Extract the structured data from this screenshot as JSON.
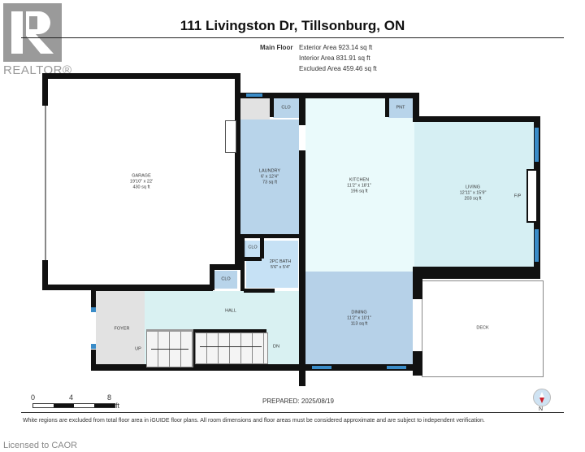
{
  "header": {
    "title": "111 Livingston Dr, Tillsonburg, ON",
    "floor_label": "Main Floor",
    "exterior_area": "Exterior Area 923.14 sq ft",
    "interior_area": "Interior Area 831.91 sq ft",
    "excluded_area": "Excluded Area 459.46 sq ft"
  },
  "logo": {
    "mark": "R",
    "text": "REALTOR®"
  },
  "rooms": {
    "garage": {
      "name": "GARAGE",
      "dims": "19'10\" x 22'",
      "area": "430 sq ft"
    },
    "laundry": {
      "name": "LAUNDRY",
      "dims": "6' x 12'4\"",
      "area": "73 sq ft"
    },
    "kitchen": {
      "name": "KITCHEN",
      "dims": "11'2\" x 18'1\"",
      "area": "196 sq ft"
    },
    "living": {
      "name": "LIVING",
      "dims": "12'11\" x 15'9\"",
      "area": "203 sq ft",
      "feature": "F/P"
    },
    "bath": {
      "name": "2PC BATH",
      "dims": "5'6\" x 5'4\""
    },
    "dining": {
      "name": "DINING",
      "dims": "11'2\" x 10'1\"",
      "area": "113 sq ft"
    },
    "hall": {
      "name": "HALL"
    },
    "foyer": {
      "name": "FOYER"
    },
    "deck": {
      "name": "DECK"
    },
    "clo1": {
      "name": "CLO"
    },
    "clo2": {
      "name": "CLO"
    },
    "clo3": {
      "name": "CLO"
    },
    "pantry": {
      "name": "PNT"
    },
    "stairs_up": {
      "name": "UP"
    },
    "stairs_down": {
      "name": "DN"
    }
  },
  "scale": {
    "ticks": [
      "0",
      "4",
      "8"
    ],
    "unit": "ft"
  },
  "footer": {
    "prepared": "PREPARED: 2025/08/19",
    "disclaimer": "White regions are excluded from total floor area in iGUIDE floor plans. All room dimensions and floor areas must be considered approximate and are subject to independent verification.",
    "licensed": "Licensed to CAOR",
    "compass_label": "N"
  },
  "colors": {
    "wall": "#111111",
    "laundry_fill": "#b8d4ea",
    "kitchen_fill": "#eafafb",
    "living_fill": "#d6eff3",
    "dining_fill": "#b6d1e8",
    "hall_fill": "#d9f1f2",
    "foyer_fill": "#e2e2e2",
    "bath_fill": "#c6e1f5",
    "window": "#3a8cc8",
    "compass_needle": "#cc1e2a"
  }
}
